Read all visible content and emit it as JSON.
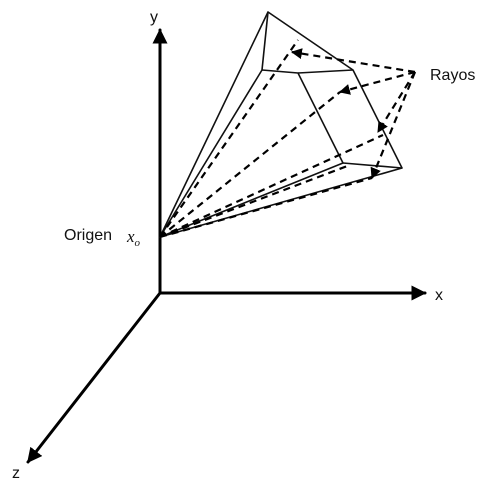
{
  "labels": {
    "y_axis": "y",
    "x_axis": "x",
    "z_axis": "z",
    "rays": "Rayos",
    "origin": "Origen",
    "origin_var": "x",
    "origin_var_sub": "o"
  }
}
